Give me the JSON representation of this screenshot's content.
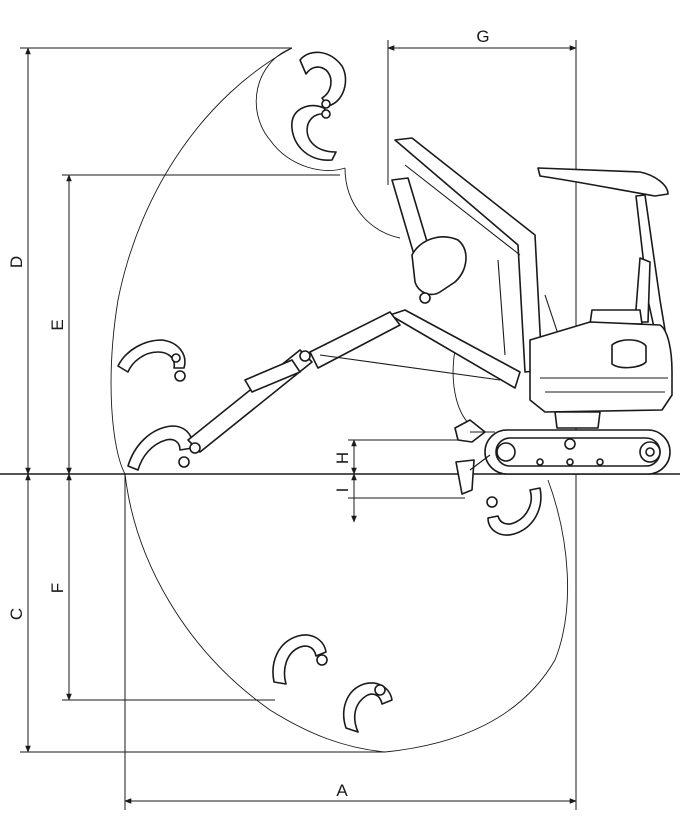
{
  "diagram": {
    "labels": {
      "A": "A",
      "C": "C",
      "D": "D",
      "E": "E",
      "F": "F",
      "G": "G",
      "H": "H",
      "I": "I"
    }
  }
}
